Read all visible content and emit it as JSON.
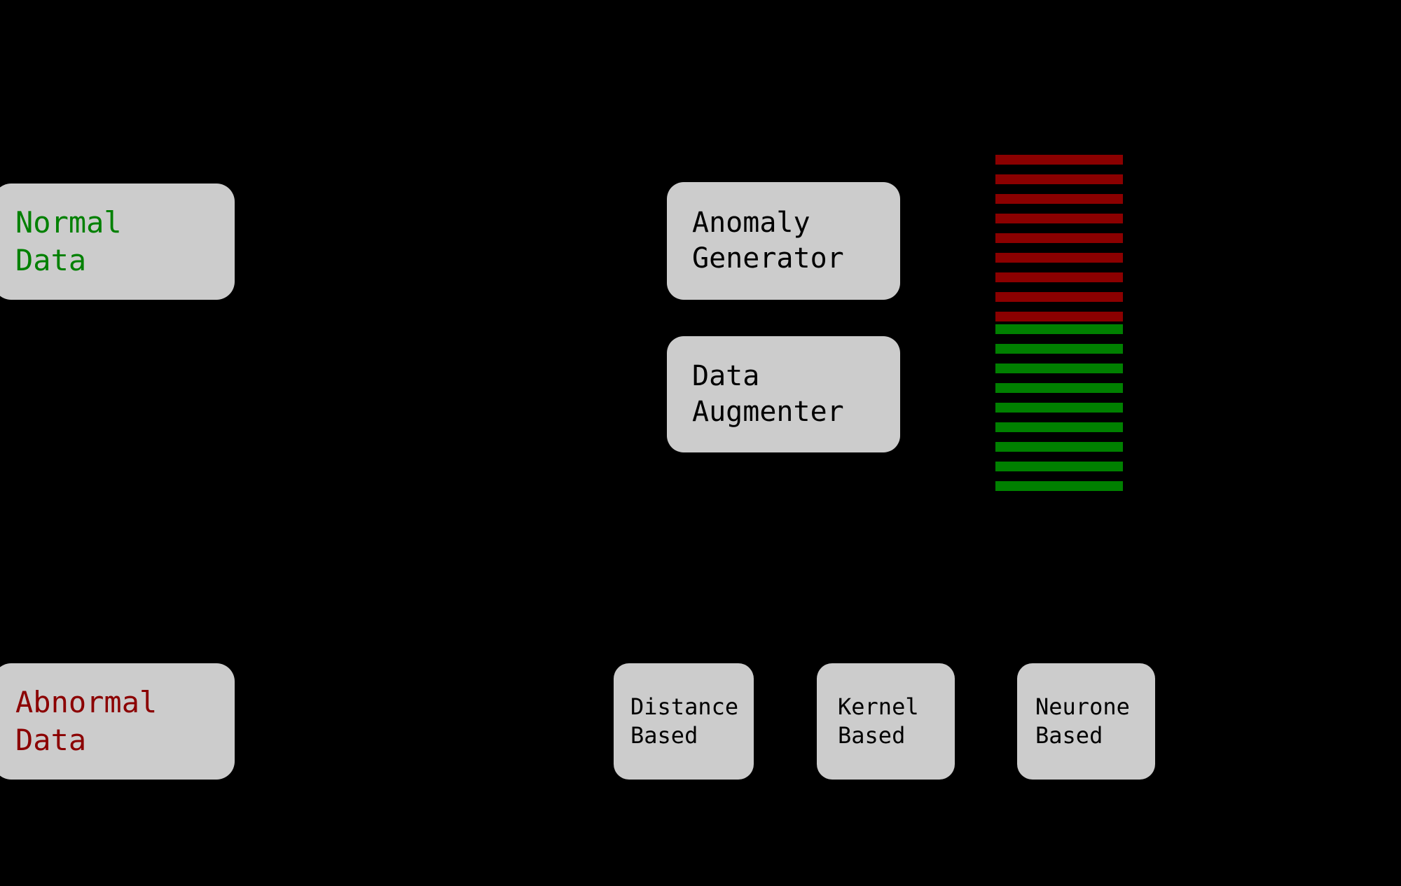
{
  "diagram": {
    "background_color": "#000000",
    "box_fill_color": "#cccccc",
    "normal_color": "#008000",
    "abnormal_color": "#8b0000",
    "default_text_color": "#000000",
    "inputs": [
      {
        "id": "normal-data",
        "label": "Normal\nData",
        "color": "#008000"
      },
      {
        "id": "abnormal-data",
        "label": "Abnormal\nData",
        "color": "#8b0000"
      }
    ],
    "processors": [
      {
        "id": "anomaly-generator",
        "label": "Anomaly\nGenerator"
      },
      {
        "id": "data-augmenter",
        "label": "Data\nAugmenter"
      }
    ],
    "methods": [
      {
        "id": "distance-based",
        "label": "Distance\nBased"
      },
      {
        "id": "kernel-based",
        "label": "Kernel\nBased"
      },
      {
        "id": "neurone-based",
        "label": "Neurone\nBased"
      }
    ],
    "dataset_stripes": {
      "abnormal_count": 9,
      "normal_count": 9,
      "stripe_height": 14,
      "stripe_pitch": 28,
      "normal_block_offset": 242,
      "abnormal_color": "#8b0000",
      "normal_color": "#008000"
    }
  }
}
